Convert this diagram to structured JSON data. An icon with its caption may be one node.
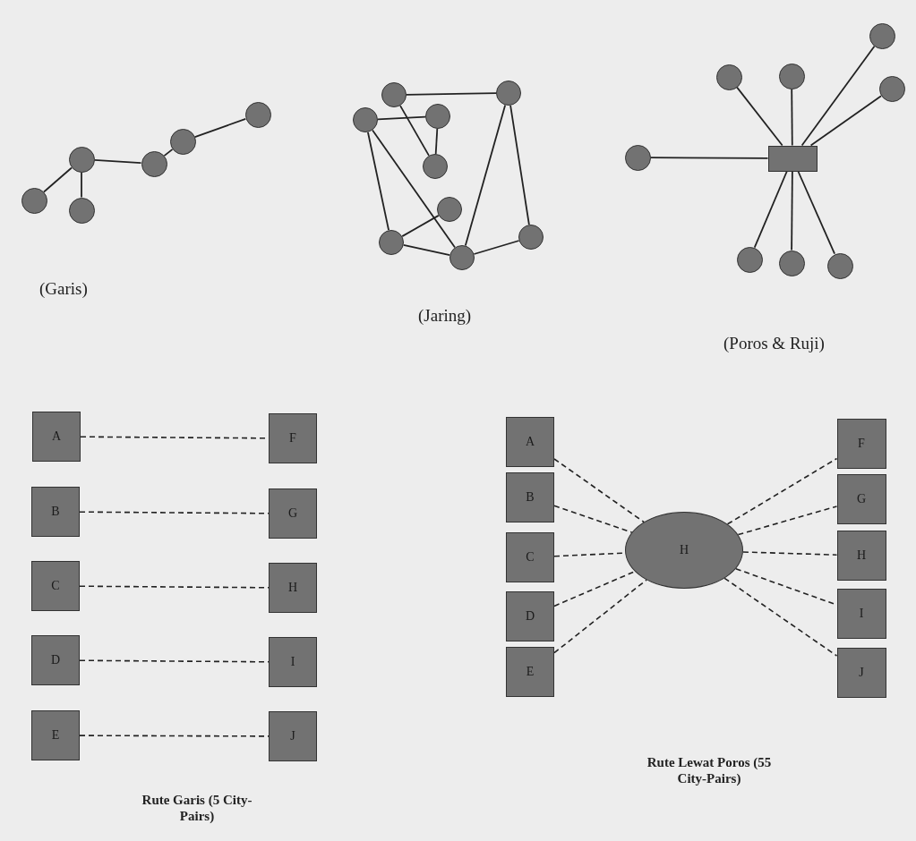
{
  "diagram": {
    "nodes": [
      {
        "text": [],
        "shape": "circle"
      },
      {
        "text": [],
        "shape": "circle"
      },
      {
        "text": [],
        "shape": "circle"
      },
      {
        "text": [],
        "shape": "circle"
      },
      {
        "text": [],
        "shape": "circle"
      },
      {
        "text": [],
        "shape": "circle"
      },
      {
        "text": [],
        "shape": "circle"
      },
      {
        "text": [],
        "shape": "circle"
      },
      {
        "text": [],
        "shape": "circle"
      },
      {
        "text": [],
        "shape": "circle"
      },
      {
        "text": [],
        "shape": "circle"
      },
      {
        "text": [],
        "shape": "circle"
      },
      {
        "text": [],
        "shape": "circle"
      },
      {
        "text": [],
        "shape": "circle"
      },
      {
        "text": [],
        "shape": "circle"
      },
      {
        "text": [],
        "shape": "box"
      },
      {
        "text": [],
        "shape": "circle"
      },
      {
        "text": [],
        "shape": "circle"
      },
      {
        "text": [],
        "shape": "circle"
      },
      {
        "text": [],
        "shape": "circle"
      },
      {
        "text": [],
        "shape": "circle"
      },
      {
        "text": [],
        "shape": "circle"
      },
      {
        "text": [],
        "shape": "circle"
      },
      {
        "text": [],
        "shape": "circle"
      },
      {
        "text": [
          "A"
        ]
      },
      {
        "text": [
          "F"
        ]
      },
      {
        "text": [
          "B"
        ]
      },
      {
        "text": [
          "G"
        ]
      },
      {
        "text": [
          "C"
        ]
      },
      {
        "text": [
          "H"
        ]
      },
      {
        "text": [
          "D"
        ]
      },
      {
        "text": [
          "I"
        ]
      },
      {
        "text": [
          "E"
        ]
      },
      {
        "text": [
          "J"
        ]
      },
      {
        "text": [
          "A"
        ]
      },
      {
        "text": [
          "B"
        ]
      },
      {
        "text": [
          "C"
        ]
      },
      {
        "text": [
          "D"
        ]
      },
      {
        "text": [
          "E"
        ]
      },
      {
        "text": [
          "H"
        ]
      },
      {
        "text": [
          "F"
        ]
      },
      {
        "text": [
          "G"
        ]
      },
      {
        "text": [
          "H"
        ]
      },
      {
        "text": [
          "I"
        ]
      },
      {
        "text": [
          "J"
        ]
      }
    ],
    "edges": [
      {
        "from": 0,
        "to": 2,
        "arrow": "none"
      },
      {
        "from": 1,
        "to": 2,
        "arrow": "none"
      },
      {
        "from": 2,
        "to": 3,
        "arrow": "none"
      },
      {
        "from": 3,
        "to": 4,
        "arrow": "none"
      },
      {
        "from": 4,
        "to": 5,
        "arrow": "none"
      },
      {
        "from": 6,
        "to": 7,
        "arrow": "none"
      },
      {
        "from": 8,
        "to": 9,
        "arrow": "none"
      },
      {
        "from": 6,
        "to": 10,
        "arrow": "none"
      },
      {
        "from": 9,
        "to": 10,
        "arrow": "none"
      },
      {
        "from": 8,
        "to": 12,
        "arrow": "none"
      },
      {
        "from": 8,
        "to": 13,
        "arrow": "none"
      },
      {
        "from": 12,
        "to": 11,
        "arrow": "none"
      },
      {
        "from": 12,
        "to": 13,
        "arrow": "none"
      },
      {
        "from": 13,
        "to": 7,
        "arrow": "none"
      },
      {
        "from": 7,
        "to": 14,
        "arrow": "none"
      },
      {
        "from": 13,
        "to": 14,
        "arrow": "none"
      },
      {
        "from": 16,
        "to": 15,
        "arrow": "none"
      },
      {
        "from": 17,
        "to": 15,
        "arrow": "none"
      },
      {
        "from": 18,
        "to": 15,
        "arrow": "none"
      },
      {
        "from": 19,
        "to": 15,
        "arrow": "none"
      },
      {
        "from": 20,
        "to": 15,
        "arrow": "none"
      },
      {
        "from": 21,
        "to": 15,
        "arrow": "none"
      },
      {
        "from": 22,
        "to": 15,
        "arrow": "none"
      },
      {
        "from": 23,
        "to": 15,
        "arrow": "none"
      },
      {
        "from": 24,
        "to": 25,
        "arrow": "none",
        "style": "dashed"
      },
      {
        "from": 26,
        "to": 27,
        "arrow": "none",
        "style": "dashed"
      },
      {
        "from": 28,
        "to": 29,
        "arrow": "none",
        "style": "dashed"
      },
      {
        "from": 30,
        "to": 31,
        "arrow": "none",
        "style": "dashed"
      },
      {
        "from": 32,
        "to": 33,
        "arrow": "none",
        "style": "dashed"
      },
      {
        "from": 34,
        "to": 39,
        "arrow": "none",
        "style": "dashed"
      },
      {
        "from": 35,
        "to": 39,
        "arrow": "none",
        "style": "dashed"
      },
      {
        "from": 36,
        "to": 39,
        "arrow": "none",
        "style": "dashed"
      },
      {
        "from": 37,
        "to": 39,
        "arrow": "none",
        "style": "dashed"
      },
      {
        "from": 38,
        "to": 39,
        "arrow": "none",
        "style": "dashed"
      },
      {
        "from": 39,
        "to": 40,
        "arrow": "none",
        "style": "dashed"
      },
      {
        "from": 39,
        "to": 41,
        "arrow": "none",
        "style": "dashed"
      },
      {
        "from": 39,
        "to": 42,
        "arrow": "none",
        "style": "dashed"
      },
      {
        "from": 39,
        "to": 43,
        "arrow": "none",
        "style": "dashed"
      },
      {
        "from": 39,
        "to": 44,
        "arrow": "none",
        "style": "dashed"
      }
    ],
    "labels": [
      "(Garis)",
      "(Jaring)",
      "(Poros & Ruji)",
      "Rute Garis (5 City-Pairs)",
      "Rute Lewat Poros (55 City-Pairs)"
    ]
  }
}
